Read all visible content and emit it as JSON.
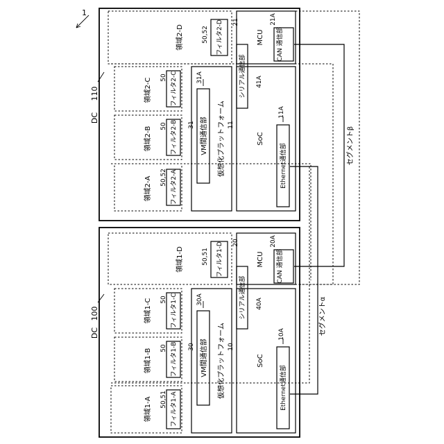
{
  "figure_number": "1",
  "dc1": {
    "label": "DC",
    "ref": "110",
    "region_d": {
      "label": "領域2-D",
      "ref": "50,52",
      "filter": "フィルタ2-D"
    },
    "region_c": {
      "label": "領域2-C",
      "ref": "50",
      "filter": "フィルタ2-C"
    },
    "region_b": {
      "label": "領域2-B",
      "ref": "50",
      "filter": "フィルタ2-B"
    },
    "region_a": {
      "label": "領域2-A",
      "ref": "50,52",
      "filter": "フィルタ2-A"
    },
    "vm_comm": {
      "label": "VM間通信部",
      "ref": "31A"
    },
    "virt_platform": {
      "label": "仮想化プラットフォーム",
      "ref_inner": "31",
      "ref": "11"
    },
    "mcu": {
      "label": "MCU",
      "ref": "21"
    },
    "can": {
      "label": "CAN\n通信部",
      "ref": "21A"
    },
    "serial": {
      "label": "シリアル通信部"
    },
    "soc": {
      "label": "SoC",
      "ref": "41A"
    },
    "ethernet": {
      "label": "Ethernet通信部",
      "ref": "11A"
    }
  },
  "dc0": {
    "label": "DC",
    "ref": "100",
    "region_d": {
      "label": "領域1-D",
      "ref": "50,51",
      "filter": "フィルタ1-D"
    },
    "region_c": {
      "label": "領域1-C",
      "ref": "50",
      "filter": "フィルタ1-C"
    },
    "region_b": {
      "label": "領域1-B",
      "ref": "50",
      "filter": "フィルタ1-B"
    },
    "region_a": {
      "label": "領域1-A",
      "ref": "50,51",
      "filter": "フィルタ1-A"
    },
    "vm_comm": {
      "label": "VM間通信部",
      "ref": "30A"
    },
    "virt_platform": {
      "label": "仮想化プラットフォーム",
      "ref_inner": "30",
      "ref": "10"
    },
    "mcu": {
      "label": "MCU",
      "ref": "20"
    },
    "can": {
      "label": "CAN\n通信部",
      "ref": "20A"
    },
    "serial": {
      "label": "シリアル通信部"
    },
    "soc": {
      "label": "SoC",
      "ref": "40A"
    },
    "ethernet": {
      "label": "Ethernet通信部",
      "ref": "10A"
    }
  },
  "segment_alpha": "セグメントα",
  "segment_beta": "セグメントβ"
}
